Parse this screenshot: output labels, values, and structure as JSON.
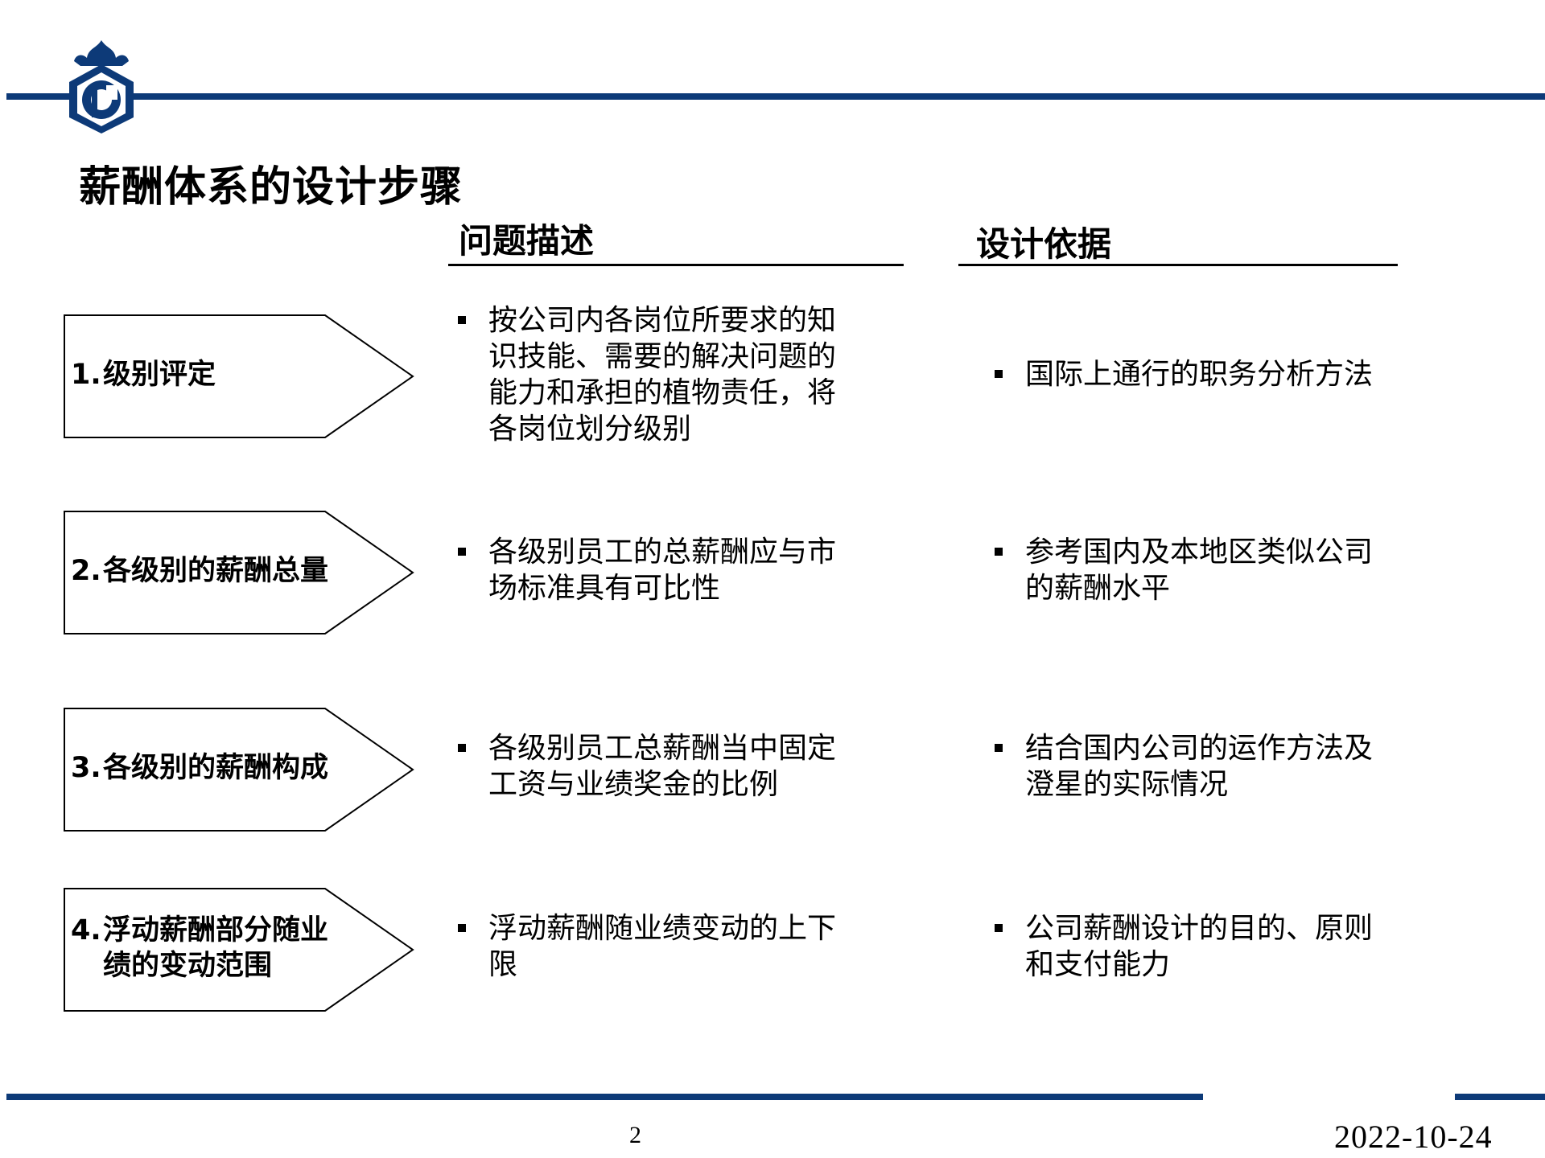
{
  "colors": {
    "accent": "#0d3a78",
    "text": "#000000"
  },
  "logo": {
    "icon": "company-logo-icon"
  },
  "page": {
    "title": "薪酬体系的设计步骤"
  },
  "columns": {
    "problem": "问题描述",
    "basis": "设计依据"
  },
  "steps": [
    {
      "number": "1.",
      "label_lines": [
        "级别评定"
      ],
      "problem": "按公司内各岗位所要求的知\n识技能、需要的解决问题的\n能力和承担的植物责任，将\n各岗位划分级别",
      "basis": "国际上通行的职务分析方法"
    },
    {
      "number": "2.",
      "label_lines": [
        "各级别的薪酬总量"
      ],
      "problem": "各级别员工的总薪酬应与市\n场标准具有可比性",
      "basis": "参考国内及本地区类似公司\n的薪酬水平"
    },
    {
      "number": "3.",
      "label_lines": [
        "各级别的薪酬构成"
      ],
      "problem": "各级别员工总薪酬当中固定\n工资与业绩奖金的比例",
      "basis": "结合国内公司的运作方法及\n澄星的实际情况"
    },
    {
      "number": "4.",
      "label_lines": [
        "浮动薪酬部分随业",
        "绩的变动范围"
      ],
      "problem": "浮动薪酬随业绩变动的上下\n限",
      "basis": "公司薪酬设计的目的、原则\n和支付能力"
    }
  ],
  "footer": {
    "page_number": "2",
    "date": "2022-10-24"
  }
}
